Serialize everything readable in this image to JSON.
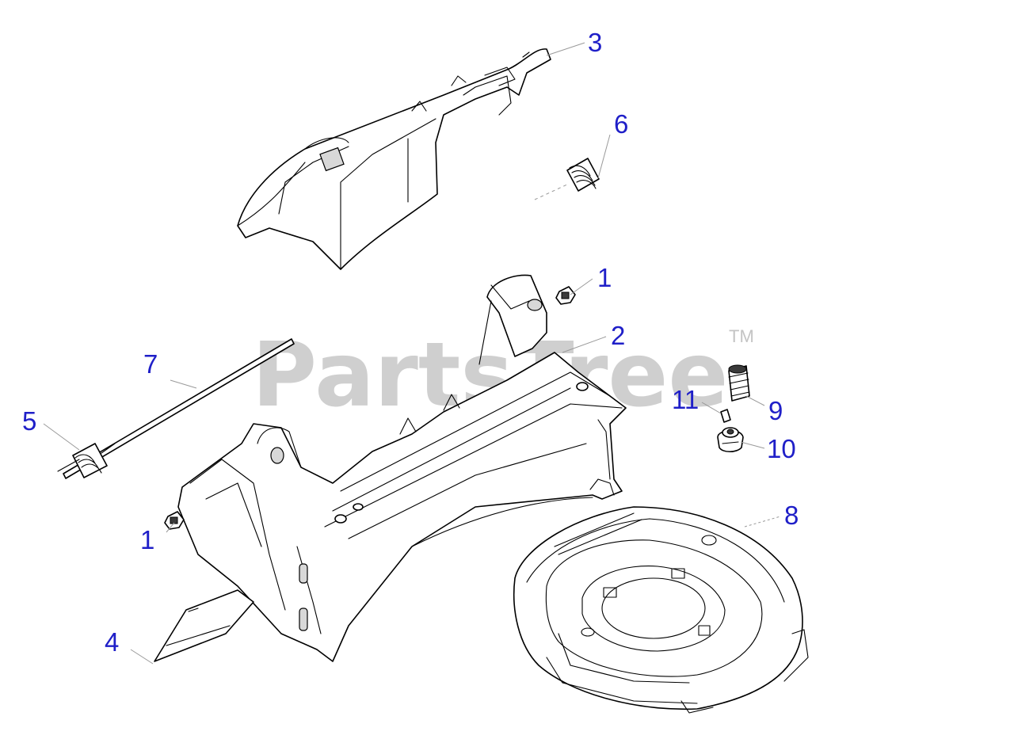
{
  "watermark": {
    "text": "PartsTree",
    "trademark": "TM"
  },
  "callouts": {
    "c1_top": "1",
    "c1_left": "1",
    "c2": "2",
    "c3": "3",
    "c4": "4",
    "c5": "5",
    "c6": "6",
    "c7": "7",
    "c8": "8",
    "c9": "9",
    "c10": "10",
    "c11": "11"
  },
  "colors": {
    "callout": "#1f1fc8",
    "watermark": "#cfcfcf",
    "line": "#000000"
  }
}
